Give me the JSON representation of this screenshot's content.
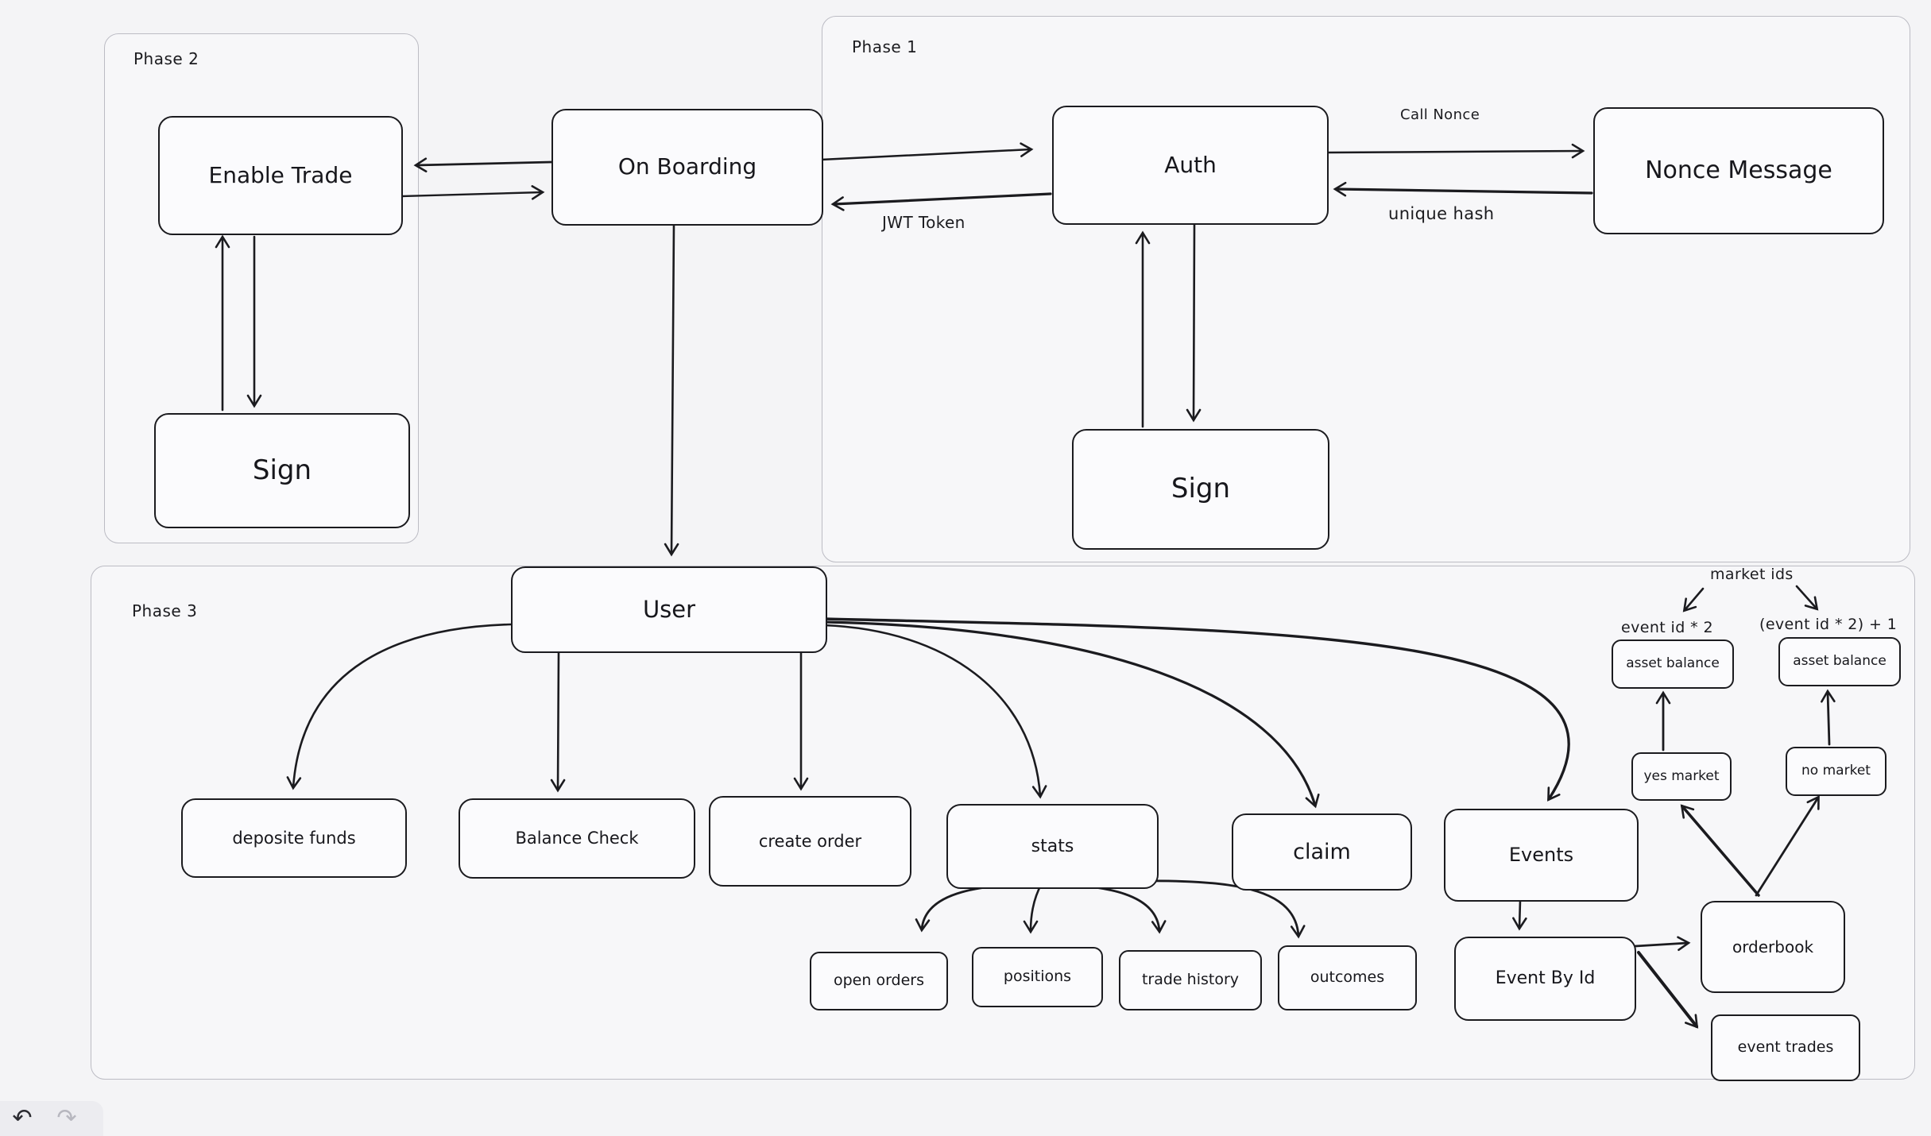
{
  "canvas": {
    "background": "#f4f4f6",
    "shape_stroke": "#1b1b1f",
    "frame_border": "#bcbcc4",
    "toolbar_bg": "#ececf0"
  },
  "frames": [
    {
      "id": "phase2",
      "label": "Phase 2"
    },
    {
      "id": "phase1",
      "label": "Phase 1"
    },
    {
      "id": "phase3",
      "label": "Phase 3"
    }
  ],
  "nodes": [
    {
      "id": "enable-trade",
      "label": "Enable Trade"
    },
    {
      "id": "sign-phase2",
      "label": "Sign"
    },
    {
      "id": "onboarding",
      "label": "On Boarding"
    },
    {
      "id": "auth",
      "label": "Auth"
    },
    {
      "id": "nonce-message",
      "label": "Nonce Message"
    },
    {
      "id": "sign-phase1",
      "label": "Sign"
    },
    {
      "id": "user",
      "label": "User"
    },
    {
      "id": "deposite-funds",
      "label": "deposite funds"
    },
    {
      "id": "balance-check",
      "label": "Balance Check"
    },
    {
      "id": "create-order",
      "label": "create order"
    },
    {
      "id": "stats",
      "label": "stats"
    },
    {
      "id": "claim",
      "label": "claim"
    },
    {
      "id": "events",
      "label": "Events"
    },
    {
      "id": "open-orders",
      "label": "open orders"
    },
    {
      "id": "positions",
      "label": "positions"
    },
    {
      "id": "trade-history",
      "label": "trade history"
    },
    {
      "id": "outcomes",
      "label": "outcomes"
    },
    {
      "id": "event-by-id",
      "label": "Event By Id"
    },
    {
      "id": "orderbook",
      "label": "orderbook"
    },
    {
      "id": "event-trades",
      "label": "event trades"
    },
    {
      "id": "asset-balance-yes",
      "label": "asset balance"
    },
    {
      "id": "asset-balance-no",
      "label": "asset balance"
    },
    {
      "id": "yes-market",
      "label": "yes market"
    },
    {
      "id": "no-market",
      "label": "no market"
    }
  ],
  "edge_labels": [
    {
      "id": "call-nonce",
      "text": "Call Nonce"
    },
    {
      "id": "unique-hash",
      "text": "unique hash"
    },
    {
      "id": "jwt-token",
      "text": "JWT Token"
    },
    {
      "id": "market-ids",
      "text": "market ids"
    },
    {
      "id": "event-id-times-2",
      "text": "event id * 2"
    },
    {
      "id": "event-id-times-2-plus-1",
      "text": "(event id * 2) + 1"
    }
  ],
  "toolbar": {
    "undo_icon": "↶",
    "redo_icon": "↷"
  }
}
